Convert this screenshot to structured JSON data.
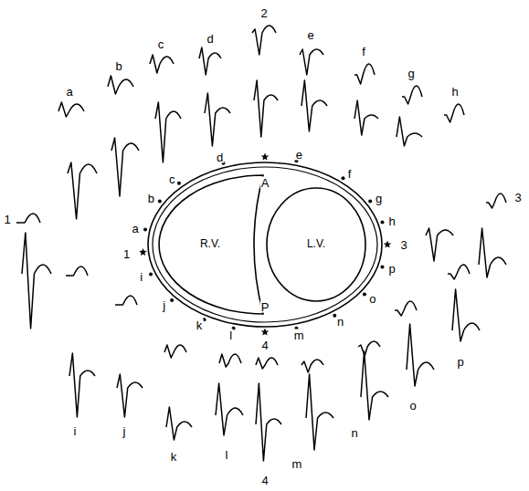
{
  "diagram": {
    "nodes": [
      {
        "text": [
          "R.V."
        ]
      },
      {
        "text": [
          "L.V."
        ]
      }
    ],
    "labels": [
      "2",
      "a",
      "b",
      "c",
      "d",
      "e",
      "f",
      "g",
      "h",
      "1",
      "3",
      "a",
      "b",
      "c",
      "d",
      "e",
      "f",
      "g",
      "h",
      "1",
      "3",
      "i",
      "j",
      "k",
      "l",
      "4",
      "m",
      "n",
      "o",
      "p",
      "A",
      "P",
      "i",
      "j",
      "k",
      "l",
      "4",
      "m",
      "n",
      "o",
      "p"
    ]
  }
}
